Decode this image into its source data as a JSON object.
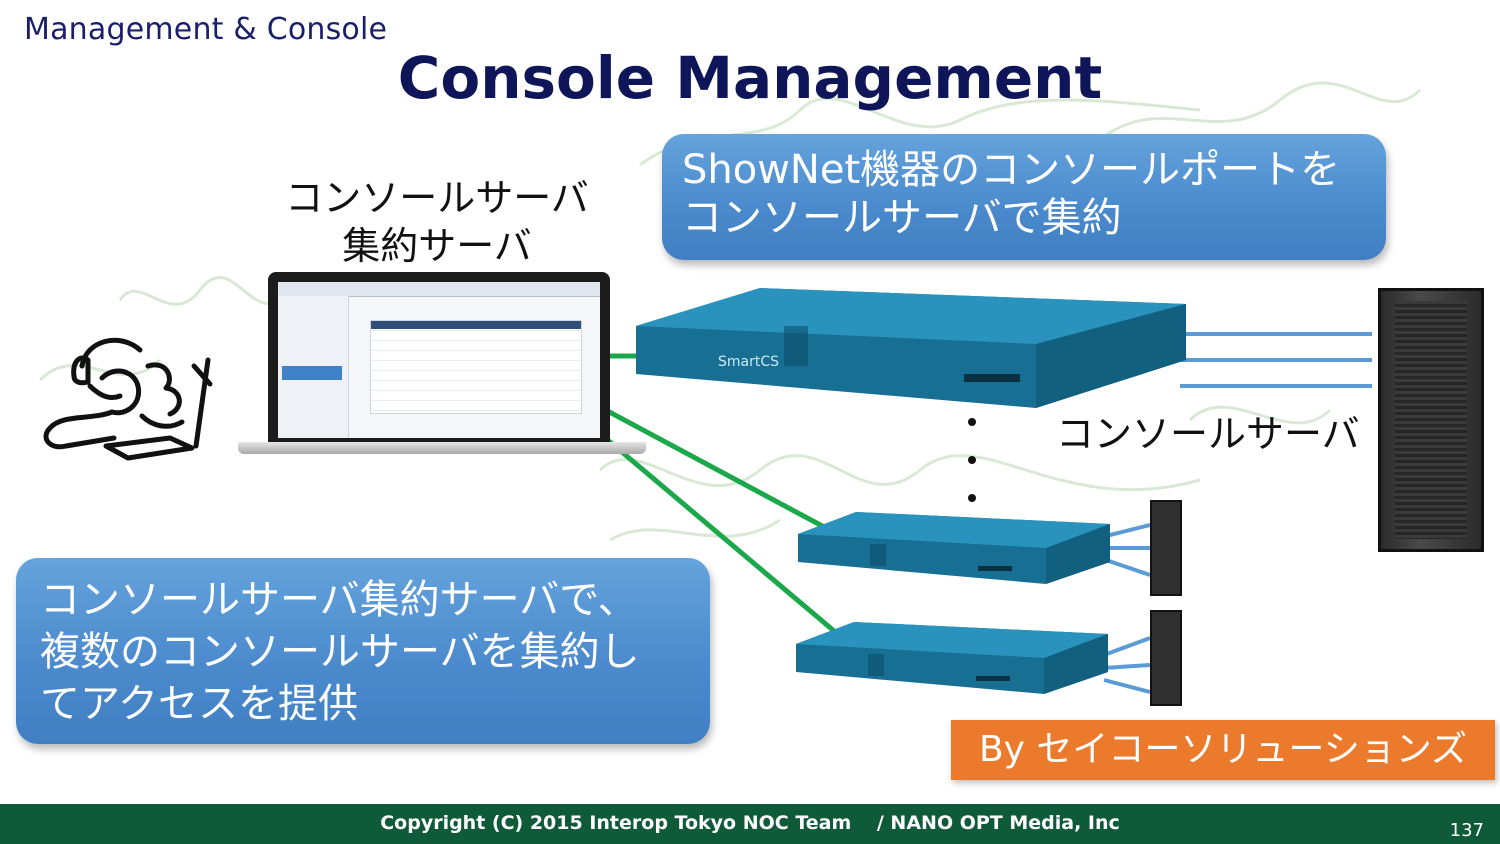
{
  "header": {
    "section": "Management & Console",
    "title": "Console Management"
  },
  "callouts": {
    "top": [
      "ShowNet機器のコンソールポートを",
      "コンソールサーバで集約"
    ],
    "bottom": [
      "コンソールサーバ集約サーバで、",
      "複数のコンソールサーバを集約し",
      "てアクセスを提供"
    ]
  },
  "labels": {
    "aggregation_server": [
      "コンソールサーバ",
      "集約サーバ"
    ],
    "console_server": "コンソールサーバ"
  },
  "credit": "By セイコーソリューションズ",
  "footer": {
    "copyright": "Copyright (C) 2015 Interop Tokyo NOC Team　 / NANO OPT Media, Inc",
    "page": "137"
  },
  "device": {
    "brand": "SmartCS"
  },
  "colors": {
    "title": "#0e1558",
    "callout": "#4a89cc",
    "credit": "#ec7a2c",
    "footer": "#0f5b39",
    "link_green": "#1aa84a",
    "link_blue": "#5b9bd5",
    "device": "#1d7fa6"
  },
  "icons": [
    "operator-icon",
    "laptop-icon",
    "console-server-icon",
    "server-rack-icon"
  ]
}
